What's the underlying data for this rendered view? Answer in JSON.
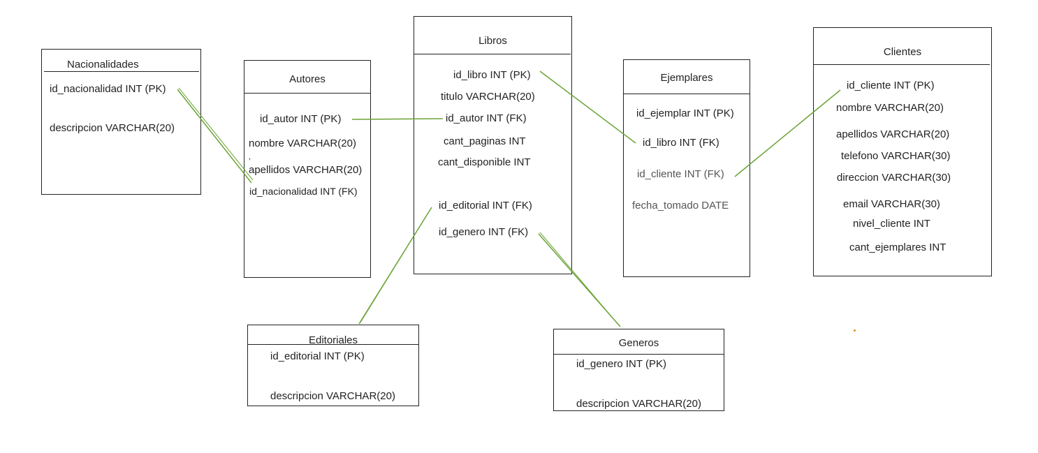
{
  "colors": {
    "link": "#6aa336",
    "border": "#222222",
    "accent_dot": "#e08a1e"
  },
  "entities": {
    "nacionalidades": {
      "title": "Nacionalidades",
      "fields": [
        "id_nacionalidad INT (PK)",
        "descripcion VARCHAR(20)"
      ]
    },
    "autores": {
      "title": "Autores",
      "fields": [
        "id_autor INT (PK)",
        "nombre VARCHAR(20)",
        ",",
        "apellidos VARCHAR(20)",
        "id_nacionalidad INT (FK)"
      ]
    },
    "libros": {
      "title": "Libros",
      "fields": [
        "id_libro INT (PK)",
        "titulo VARCHAR(20)",
        "id_autor INT (FK)",
        "cant_paginas INT",
        "cant_disponible INT",
        "id_editorial INT (FK)",
        "id_genero INT (FK)"
      ]
    },
    "ejemplares": {
      "title": "Ejemplares",
      "fields": [
        "id_ejemplar INT (PK)",
        "id_libro INT (FK)",
        "id_cliente INT (FK)",
        "fecha_tomado DATE"
      ]
    },
    "clientes": {
      "title": "Clientes",
      "fields": [
        "id_cliente INT (PK)",
        "nombre VARCHAR(20)",
        "apellidos VARCHAR(20)",
        "telefono VARCHAR(30)",
        "direccion VARCHAR(30)",
        "email VARCHAR(30)",
        "nivel_cliente INT",
        "cant_ejemplares INT"
      ]
    },
    "editoriales": {
      "title": "Editoriales",
      "fields": [
        "id_editorial INT (PK)",
        "descripcion VARCHAR(20)"
      ]
    },
    "generos": {
      "title": "Generos",
      "fields": [
        "id_genero INT (PK)",
        "descripcion VARCHAR(20)"
      ]
    }
  }
}
